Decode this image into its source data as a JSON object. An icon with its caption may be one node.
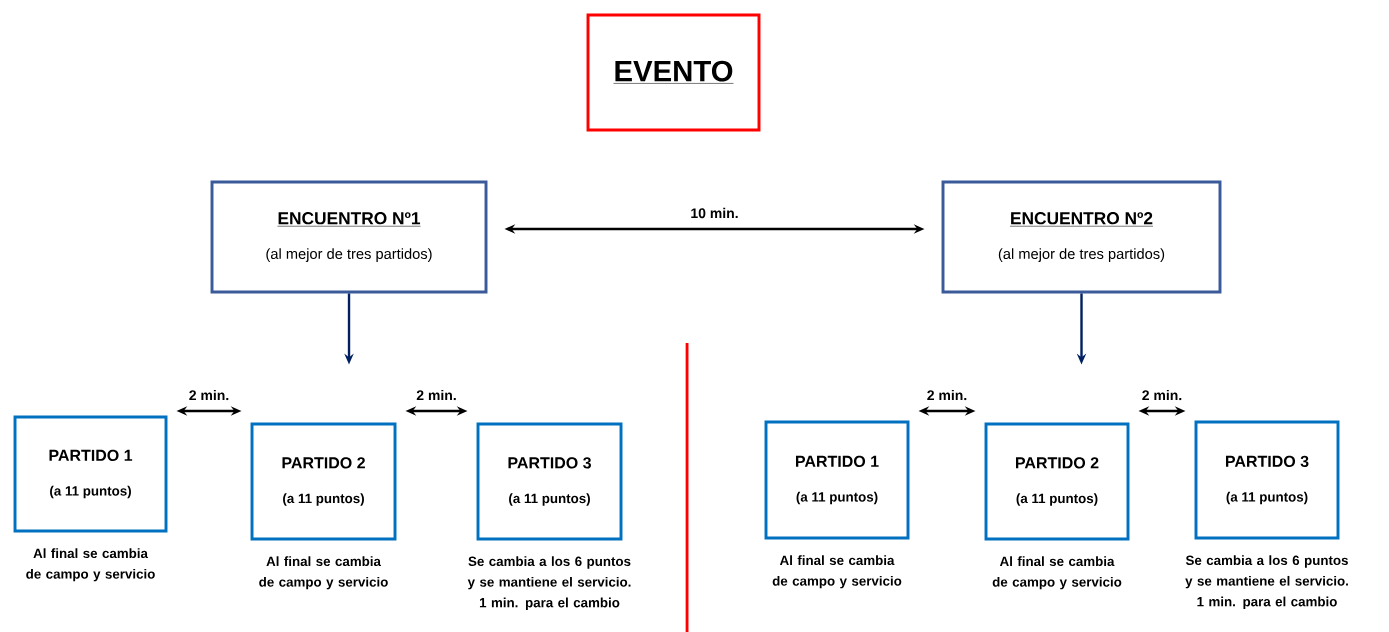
{
  "diagram": {
    "nodes": [
      {
        "text": [
          "EVENTO"
        ]
      },
      {
        "text": [
          "ENCUENTRO Nº1",
          "(al mejor de tres partidos)"
        ]
      },
      {
        "text": [
          "ENCUENTRO Nº2",
          "(al mejor de tres partidos)"
        ]
      },
      {
        "text": [
          "PARTIDO 1",
          "(a 11 puntos)"
        ],
        "beside": [
          "Al final se cambia de campo y servicio"
        ]
      },
      {
        "text": [
          "PARTIDO 2",
          "(a 11 puntos)"
        ],
        "beside": [
          "Al final se cambia de campo y servicio"
        ]
      },
      {
        "text": [
          "PARTIDO 3",
          "(a 11 puntos)"
        ],
        "beside": [
          "Se cambia a los 6 puntos y se mantiene el servicio. 1 min. para el cambio"
        ]
      },
      {
        "text": [
          "PARTIDO 1",
          "(a 11 puntos)"
        ],
        "beside": [
          "Al final se cambia de campo y servicio"
        ]
      },
      {
        "text": [
          "PARTIDO 2",
          "(a 11 puntos)"
        ],
        "beside": [
          "Al final se cambia de campo y servicio"
        ]
      },
      {
        "text": [
          "PARTIDO 3",
          "(a 11 puntos)"
        ],
        "beside": [
          "Se cambia a los 6 puntos y se mantiene el servicio. 1 min. para el cambio"
        ]
      }
    ],
    "edges": [
      {
        "from": 1,
        "to": 2,
        "arrow": "both",
        "label": "10 min."
      },
      {
        "from": 1,
        "to": null,
        "arrow": "to",
        "color": "#002060"
      },
      {
        "from": 2,
        "to": null,
        "arrow": "to",
        "color": "#002060"
      },
      {
        "from": 3,
        "to": 4,
        "arrow": "both",
        "label": "2 min."
      },
      {
        "from": 4,
        "to": 5,
        "arrow": "both",
        "label": "2 min."
      },
      {
        "from": 6,
        "to": 7,
        "arrow": "both",
        "label": "2 min."
      },
      {
        "from": 7,
        "to": 8,
        "arrow": "both",
        "label": "2 min."
      }
    ]
  }
}
